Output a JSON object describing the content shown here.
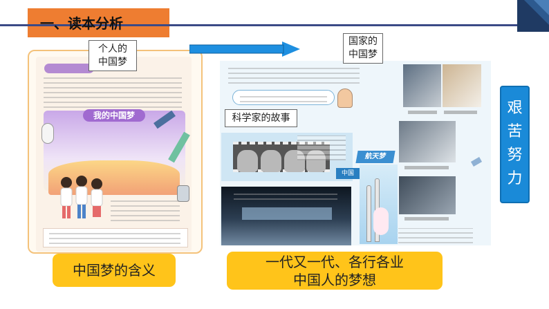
{
  "header": {
    "title": "一、读本分析"
  },
  "callouts": {
    "personal": [
      "个人的",
      "中国梦"
    ],
    "national": [
      "国家的",
      "中国梦"
    ],
    "scientist": "科学家的故事"
  },
  "labels": {
    "left": "中国梦的含义",
    "right": [
      "一代又一代、各行各业",
      "中国人的梦想"
    ]
  },
  "side_box": {
    "chars": [
      "艰",
      "苦",
      "努",
      "力"
    ]
  },
  "book_left": {
    "dream_title": "我的中国梦"
  },
  "book_right": {
    "tags": {
      "china": "中国",
      "space": "航天梦"
    }
  },
  "colors": {
    "accent_orange": "#ee7d31",
    "label_yellow": "#ffc41a",
    "side_blue": "#1a8ad8",
    "rule_navy": "#3b4a86"
  }
}
